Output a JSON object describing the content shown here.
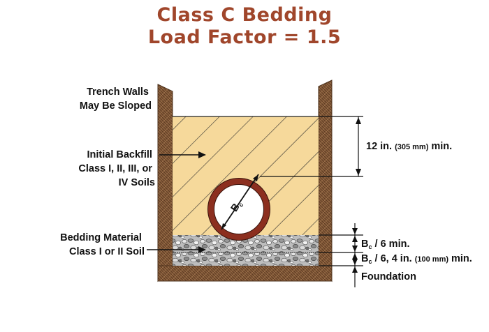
{
  "title": {
    "line1": "Class C Bedding",
    "line2": "Load Factor = 1.5"
  },
  "labels": {
    "trench_walls": [
      "Trench Walls",
      "May Be Sloped"
    ],
    "initial_backfill": [
      "Initial Backfill",
      "Class I, II, III, or",
      "IV Soils"
    ],
    "bedding_material": [
      "Bedding Material",
      "Class I or II Soil"
    ],
    "pipe_diameter": {
      "main": "B",
      "sub": "c"
    },
    "dim_top": {
      "main": "12 in.",
      "small": "(305 mm)",
      "tail": "min."
    },
    "dim_bed_side": {
      "main": "B",
      "sub": "c",
      "tail": " / 6 min."
    },
    "dim_bed_bottom": {
      "main": "B",
      "sub": "c",
      "tail": " / 6, 4 in.",
      "small": "(100 mm)",
      "tail2": "min."
    },
    "foundation": "Foundation"
  },
  "colors": {
    "title": "#a0462b",
    "wall": "#8a5f3d",
    "backfill": "#f6d99b",
    "hatch": "#2b2b2b",
    "pipe": "#8c2f1f",
    "gravel": "#c9c9c9",
    "foundation": "#8a5f3d"
  }
}
